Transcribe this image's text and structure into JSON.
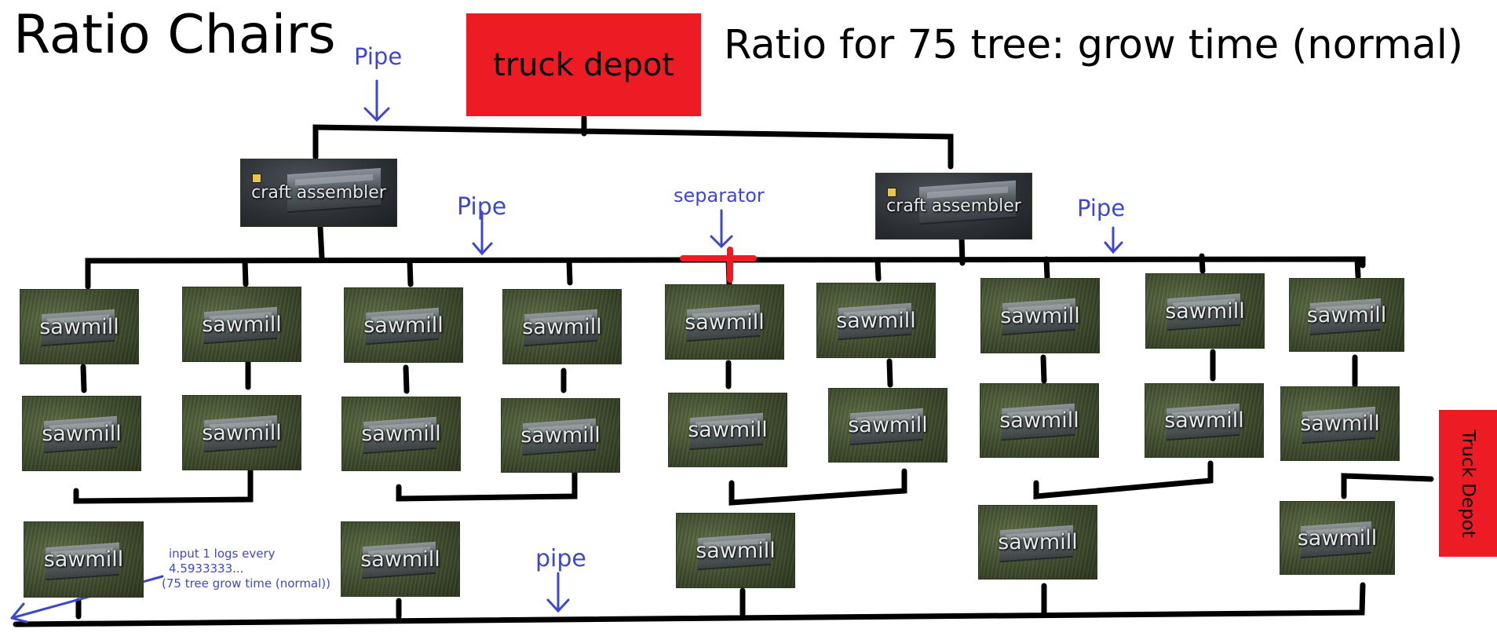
{
  "title": "Ratio Chairs",
  "ratio_heading": "Ratio for 75 tree: grow time (normal)",
  "truck_depot_top": "truck depot",
  "truck_depot_side": "Truck Depot",
  "pipe_labels": {
    "top": "Pipe",
    "left_mid": "Pipe",
    "right_mid": "Pipe",
    "bottom": "pipe"
  },
  "separator_label": "separator",
  "craft_assembler_label": "craft assembler",
  "sawmill_label": "sawmill",
  "annotation": {
    "line1": "input 1 logs every",
    "line2": "4.5933333...",
    "line3": "(75 tree grow time (normal))"
  },
  "colors": {
    "depot": "#ed1c24",
    "annotation_blue": "#3f48cc",
    "wire": "#000000",
    "separator": "#ed1c24"
  },
  "icons": {
    "arrow": "down-arrow-icon"
  }
}
